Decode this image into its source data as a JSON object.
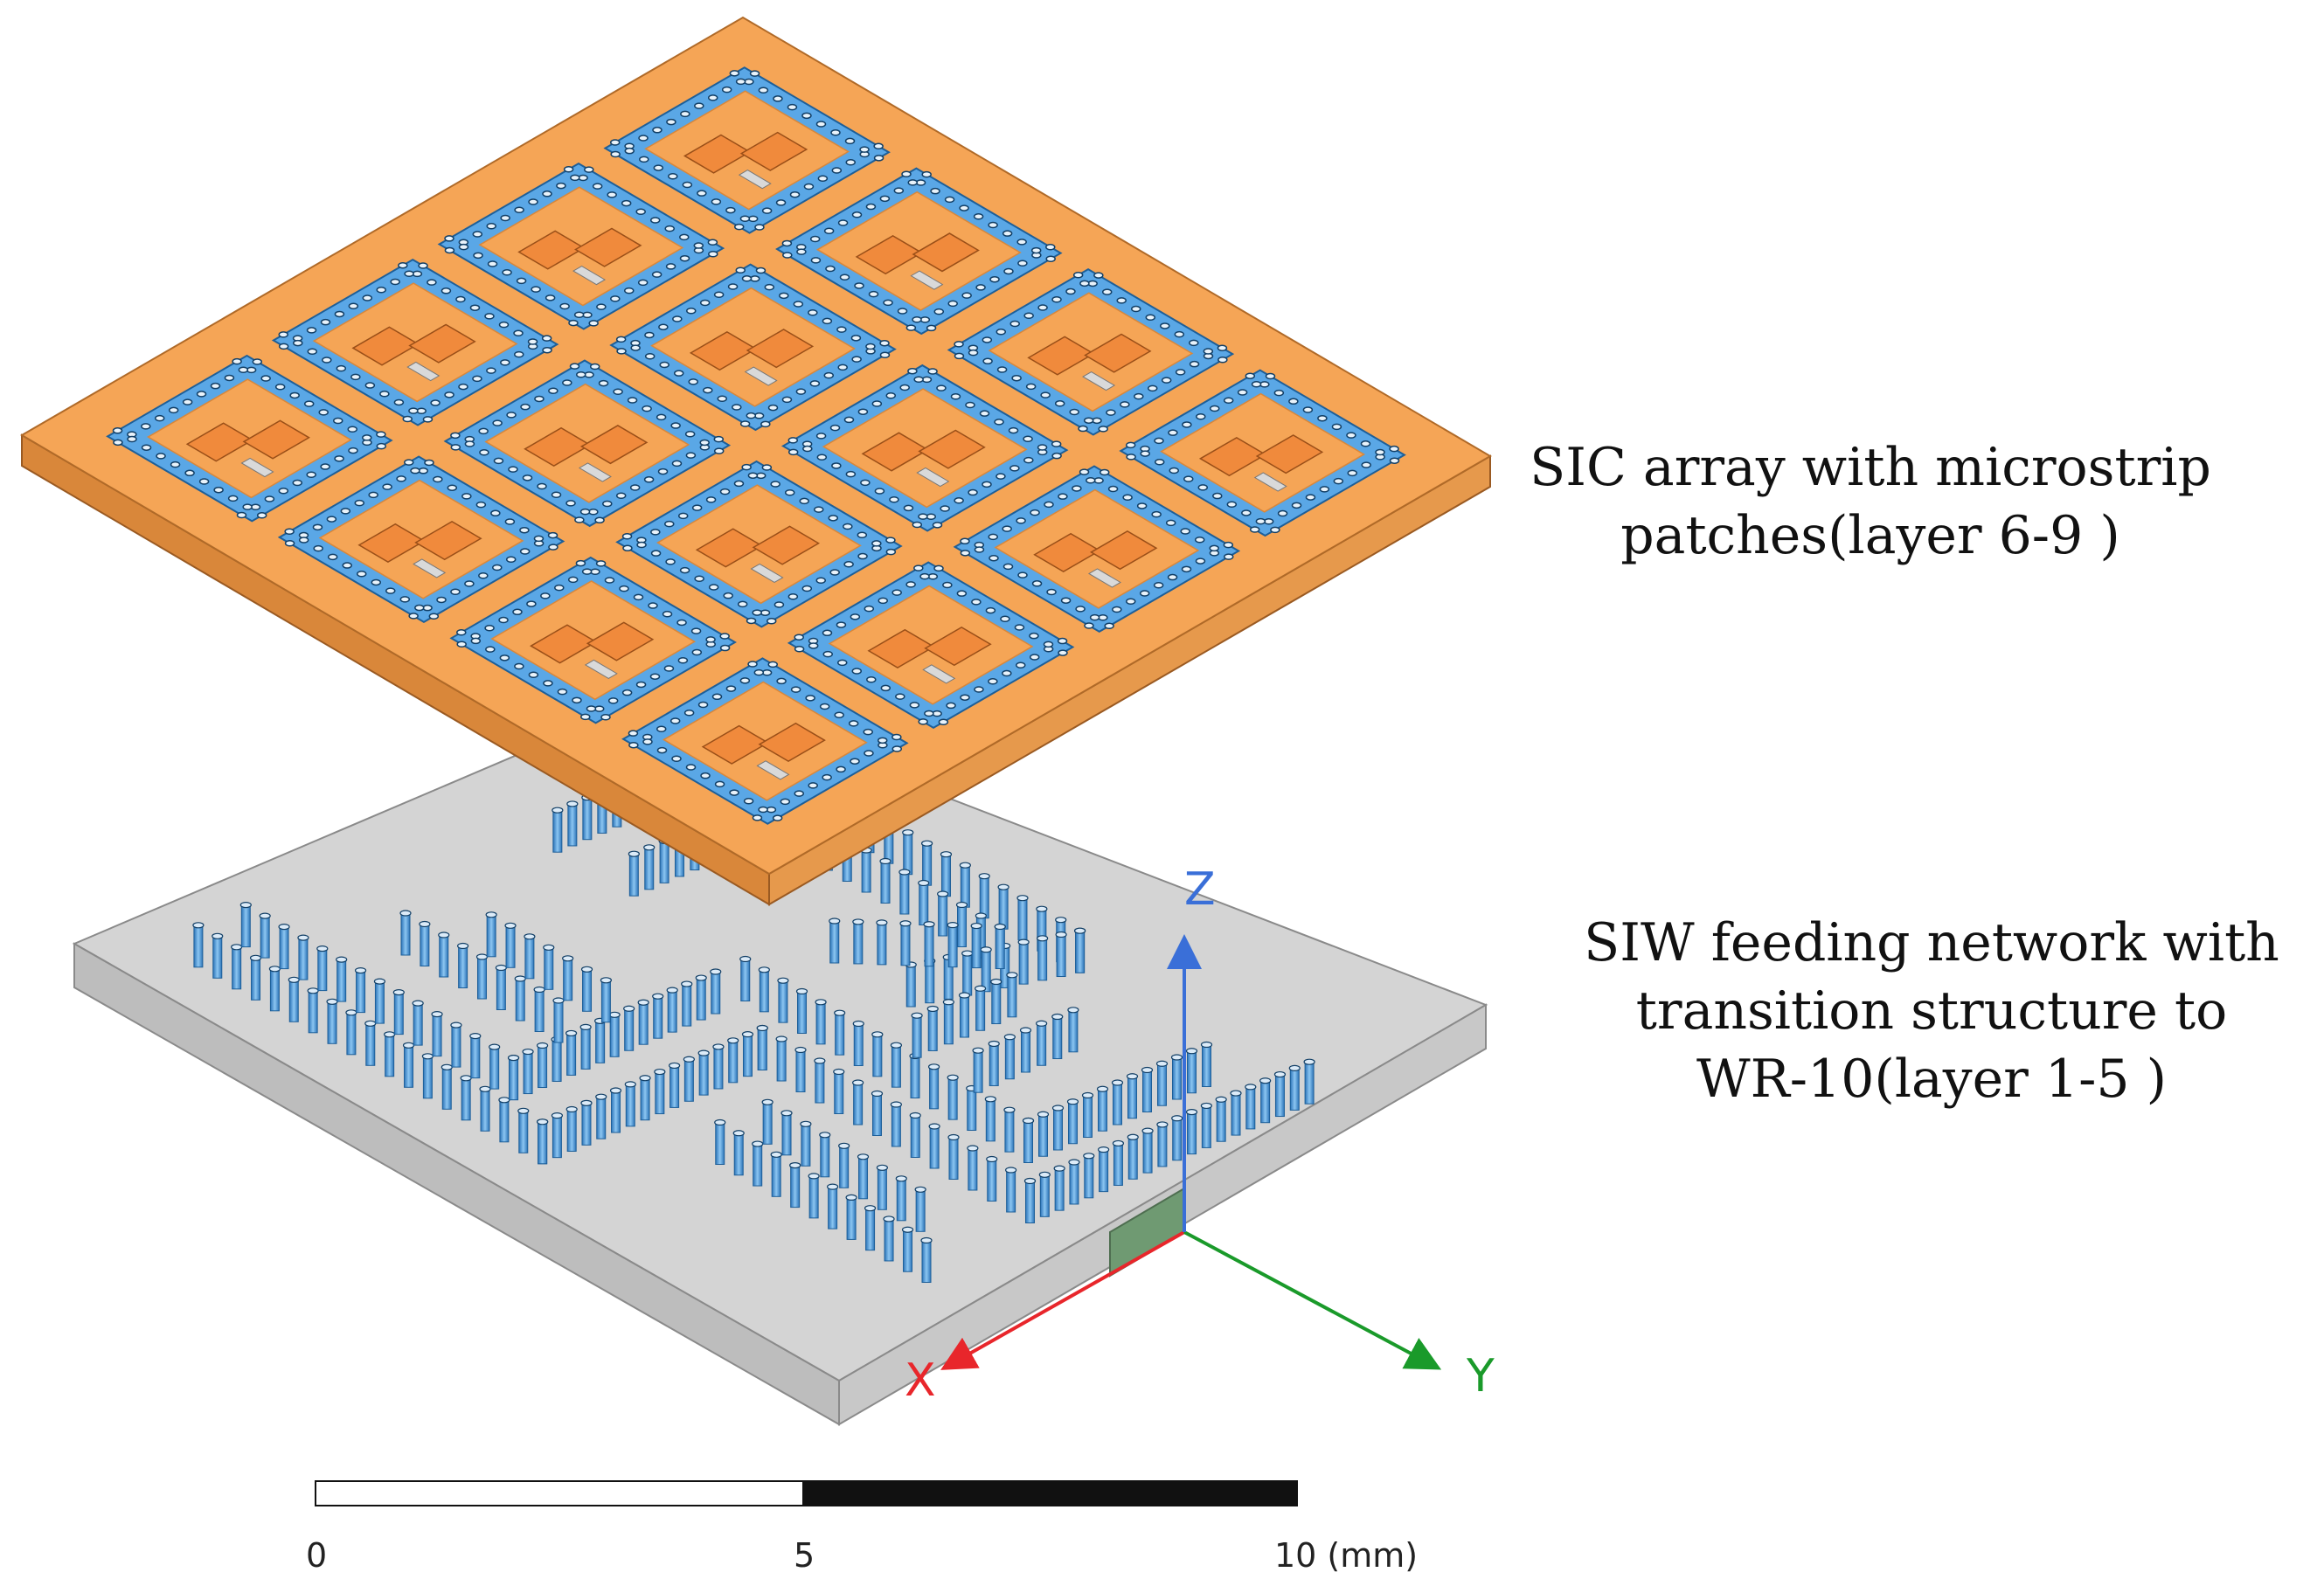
{
  "labels": {
    "top_line1": "SIC array with microstrip",
    "top_line2": "patches(layer 6-9 )",
    "bottom_line1": "SIW feeding network with",
    "bottom_line2": "transition structure to",
    "bottom_line3": "WR-10(layer 1-5 )"
  },
  "axes": {
    "x": "X",
    "y": "Y",
    "z": "Z",
    "x_color": "#e8262b",
    "y_color": "#1a9a2a",
    "z_color": "#3a6fd8"
  },
  "scale_bar": {
    "tick_0": "0",
    "tick_5": "5",
    "tick_10": "10 (mm)"
  },
  "colors": {
    "top_board": "#f5a556",
    "top_board_dark": "#d9873a",
    "patch": "#f08a3c",
    "slot": "#d9d9d9",
    "bottom_board": "#cfcfcf",
    "via": "#4f9fe0",
    "via_dark": "#1d5f99"
  }
}
